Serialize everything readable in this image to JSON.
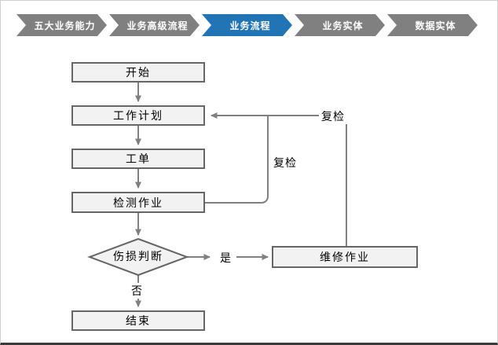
{
  "tabs": [
    {
      "label": "五大业务能力",
      "active": false
    },
    {
      "label": "业务高级流程",
      "active": false
    },
    {
      "label": "业务流程",
      "active": true
    },
    {
      "label": "业务实体",
      "active": false
    },
    {
      "label": "数据实体",
      "active": false
    }
  ],
  "flowchart": {
    "nodes": {
      "start": "开始",
      "plan": "工作计划",
      "order": "工单",
      "inspect": "检测作业",
      "judge": "伤损判断",
      "repair": "维修作业",
      "end": "结束"
    },
    "edge_labels": {
      "yes": "是",
      "no": "否",
      "recheck_inner": "复检",
      "recheck_outer": "复检"
    }
  },
  "colors": {
    "tab_inactive": "#808080",
    "tab_active": "#2374B5",
    "tab_text": "#ffffff",
    "node_fill": "#F2F2F2",
    "node_border": "#666666",
    "connector": "#808080"
  }
}
